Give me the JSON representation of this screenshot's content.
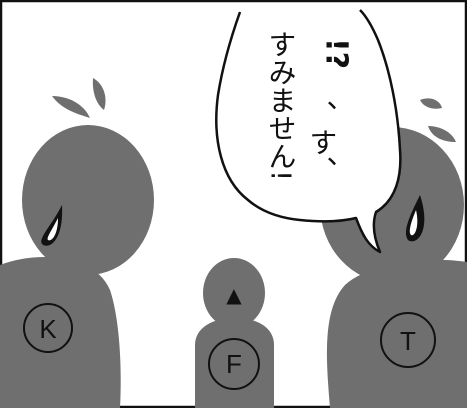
{
  "speech": {
    "col1": "!?",
    "col2": "、す、",
    "col3": "すみません!"
  },
  "characters": [
    {
      "label": "K"
    },
    {
      "label": "F",
      "mark": "▲"
    },
    {
      "label": "T"
    }
  ],
  "colors": {
    "figure": "#6f6f6f",
    "outline": "#111111",
    "background": "#ffffff"
  }
}
